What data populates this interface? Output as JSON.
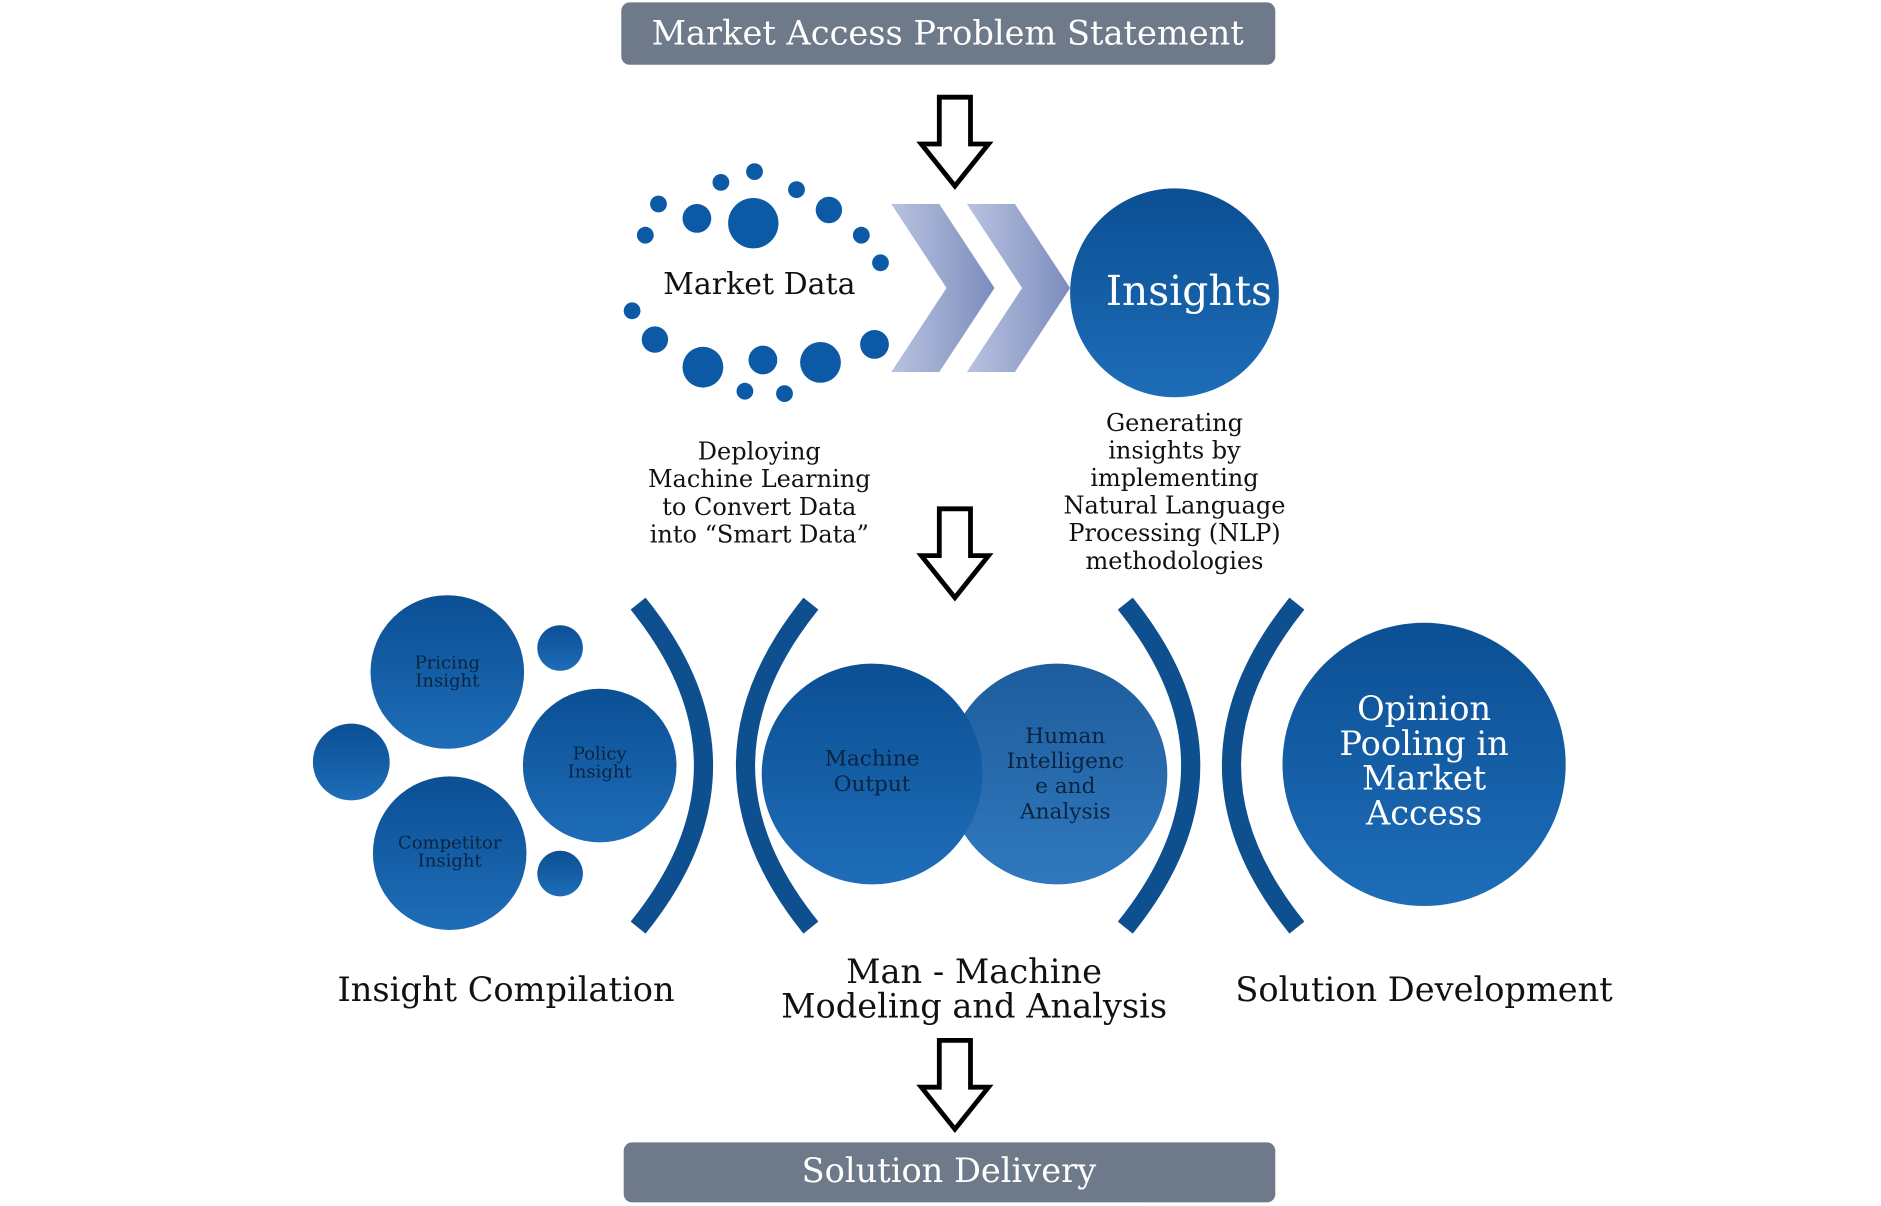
{
  "title": "Market Access Problem Statement",
  "market_data": "Market Data",
  "insights": "Insights",
  "deploy_caption": [
    "Deploying",
    "Machine Learning",
    "to Convert Data",
    "into “Smart Data”"
  ],
  "nlp_caption": [
    "Generating",
    "insights by",
    "implementing",
    "Natural Language",
    "Processing (NLP)",
    "methodologies"
  ],
  "pricing": [
    "Pricing",
    "Insight"
  ],
  "policy": [
    "Policy",
    "Insight"
  ],
  "competitor": [
    "Competitor",
    "Insight"
  ],
  "machine_output": [
    "Machine",
    "Output"
  ],
  "human_intel": [
    "Human",
    "Intelligenc",
    "e and",
    "Analysis"
  ],
  "opinion": [
    "Opinion",
    "Pooling in",
    "Market",
    "Access"
  ],
  "insight_compilation": "Insight Compilation",
  "man_machine": [
    "Man - Machine",
    "Modeling and Analysis"
  ],
  "solution_development": "Solution Development",
  "solution_delivery": "Solution Delivery",
  "colors": {
    "banner": "#6e7a89",
    "blue_light": "#1d6ab5",
    "blue_dark": "#0a4a8a",
    "arc": "#0d4f8f",
    "chevron": "#8e9dc8"
  }
}
